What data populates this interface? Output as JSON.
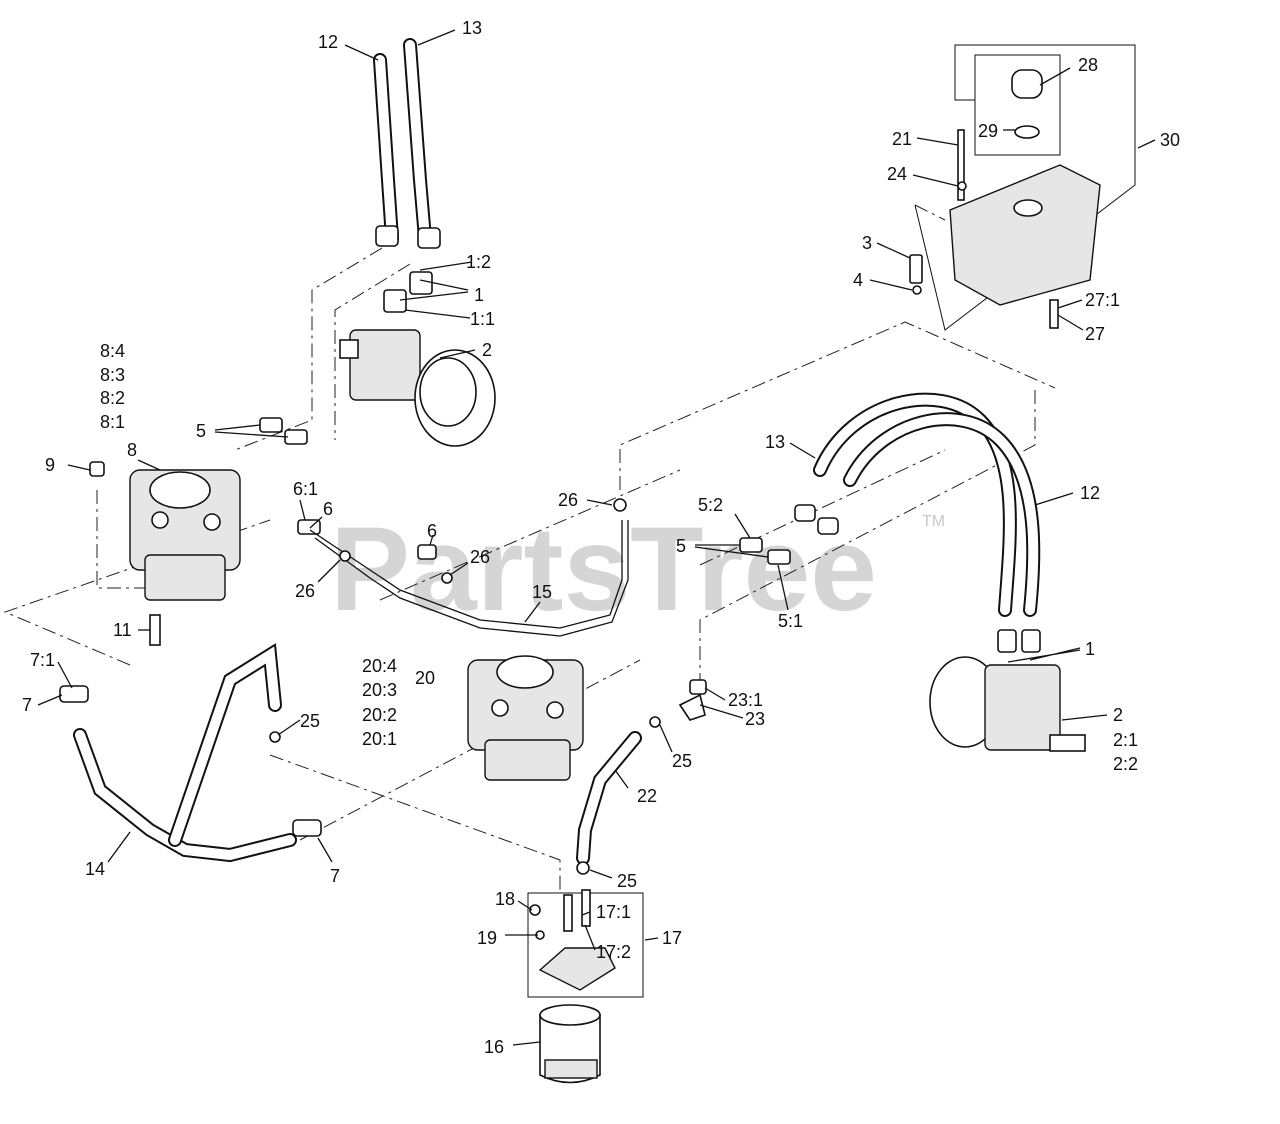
{
  "watermark": {
    "text": "PartsTree",
    "tm": "TM"
  },
  "callouts": {
    "c12a": "12",
    "c13a": "13",
    "c1_2": "1:2",
    "c1a": "1",
    "c1_1": "1:1",
    "c2a": "2",
    "c8_4": "8:4",
    "c8_3": "8:3",
    "c8_2": "8:2",
    "c8_1": "8:1",
    "c5a": "5",
    "c9": "9",
    "c8": "8",
    "c6_1": "6:1",
    "c6a": "6",
    "c26a": "26",
    "c6b": "6",
    "c26b": "26",
    "c11": "11",
    "c15": "15",
    "c26c": "26",
    "c5_2": "5:2",
    "c5b": "5",
    "c5_1": "5:1",
    "c13b": "13",
    "c12b": "12",
    "c28": "28",
    "c21": "21",
    "c29": "29",
    "c30": "30",
    "c24": "24",
    "c3": "3",
    "c4": "4",
    "c27_1": "27:1",
    "c27": "27",
    "c7_1": "7:1",
    "c7a": "7",
    "c25a": "25",
    "c20_4": "20:4",
    "c20": "20",
    "c20_3": "20:3",
    "c20_2": "20:2",
    "c20_1": "20:1",
    "c23_1": "23:1",
    "c23": "23",
    "c25b": "25",
    "c22": "22",
    "c1b": "1",
    "c2b": "2",
    "c2_1": "2:1",
    "c2_2": "2:2",
    "c14": "14",
    "c7b": "7",
    "c25c": "25",
    "c18": "18",
    "c17_1": "17:1",
    "c17": "17",
    "c19": "19",
    "c17_2": "17:2",
    "c16": "16"
  }
}
